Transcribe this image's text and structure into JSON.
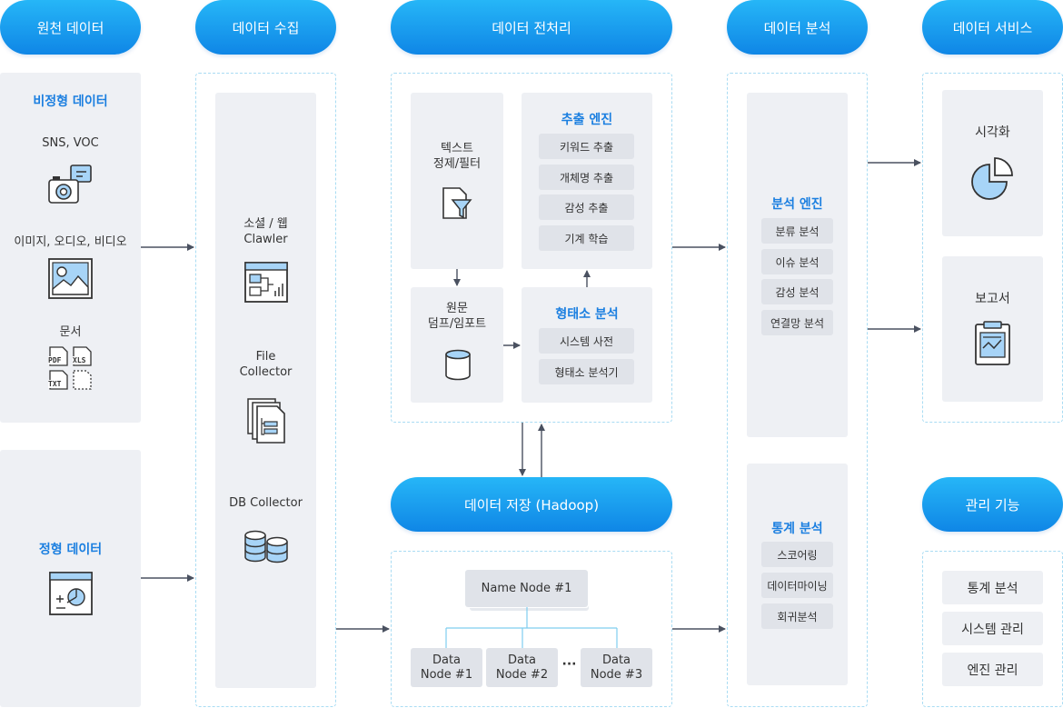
{
  "stages": {
    "source": "원천 데이터",
    "collect": "데이터 수집",
    "preprocess": "데이터 전처리",
    "analysis": "데이터 분석",
    "service": "데이터 서비스",
    "storage": "데이터 저장 (Hadoop)",
    "management": "관리 기능"
  },
  "source": {
    "unstructured_title": "비정형 데이터",
    "sns": "SNS, VOC",
    "media": "이미지, 오디오, 비디오",
    "docs": "문서",
    "doc_types": [
      "PDF",
      "XLS",
      "TXT"
    ],
    "structured_title": "정형 데이터"
  },
  "collect": {
    "social_line1": "소셜 / 웹",
    "social_line2": "Clawler",
    "file_line1": "File",
    "file_line2": "Collector",
    "db": "DB Collector"
  },
  "preprocess": {
    "text_line1": "텍스트",
    "text_line2": "정제/필터",
    "dump_line1": "원문",
    "dump_line2": "덤프/임포트",
    "extract_title": "추출 엔진",
    "extract_items": [
      "키워드 추출",
      "개체명 추출",
      "감성 추출",
      "기계 학습"
    ],
    "morph_title": "형태소 분석",
    "morph_items": [
      "시스템 사전",
      "형태소 분석기"
    ]
  },
  "storage": {
    "name_node": "Name Node #1",
    "data_nodes": [
      {
        "line1": "Data",
        "line2": "Node #1"
      },
      {
        "line1": "Data",
        "line2": "Node #2"
      },
      {
        "line1": "Data",
        "line2": "Node #3"
      }
    ],
    "ellipsis": "···"
  },
  "analysis": {
    "engine_title": "분석 엔진",
    "engine_items": [
      "분류 분석",
      "이슈 분석",
      "감성 분석",
      "연결망 분석"
    ],
    "stats_title": "통계 분석",
    "stats_items": [
      "스코어링",
      "데이터마이닝",
      "회귀분석"
    ]
  },
  "service": {
    "visual": "시각화",
    "report": "보고서"
  },
  "management": {
    "items": [
      "통계 분석",
      "시스템 관리",
      "엔진 관리"
    ]
  },
  "colors": {
    "pill_top": "#26b6f7",
    "pill_bottom": "#0f86e6",
    "accent_text": "#1b7fe0",
    "icon_fill": "#a7d4f7",
    "icon_stroke": "#333333",
    "panel": "#eef0f4",
    "dash": "#a9dcf3"
  },
  "icons": [
    "camera-chat-icon",
    "image-icon",
    "document-types-icon",
    "chart-window-icon",
    "web-layout-icon",
    "file-stack-icon",
    "database-icon",
    "funnel-file-icon",
    "cylinder-icon",
    "pie-chart-icon",
    "clipboard-report-icon"
  ]
}
